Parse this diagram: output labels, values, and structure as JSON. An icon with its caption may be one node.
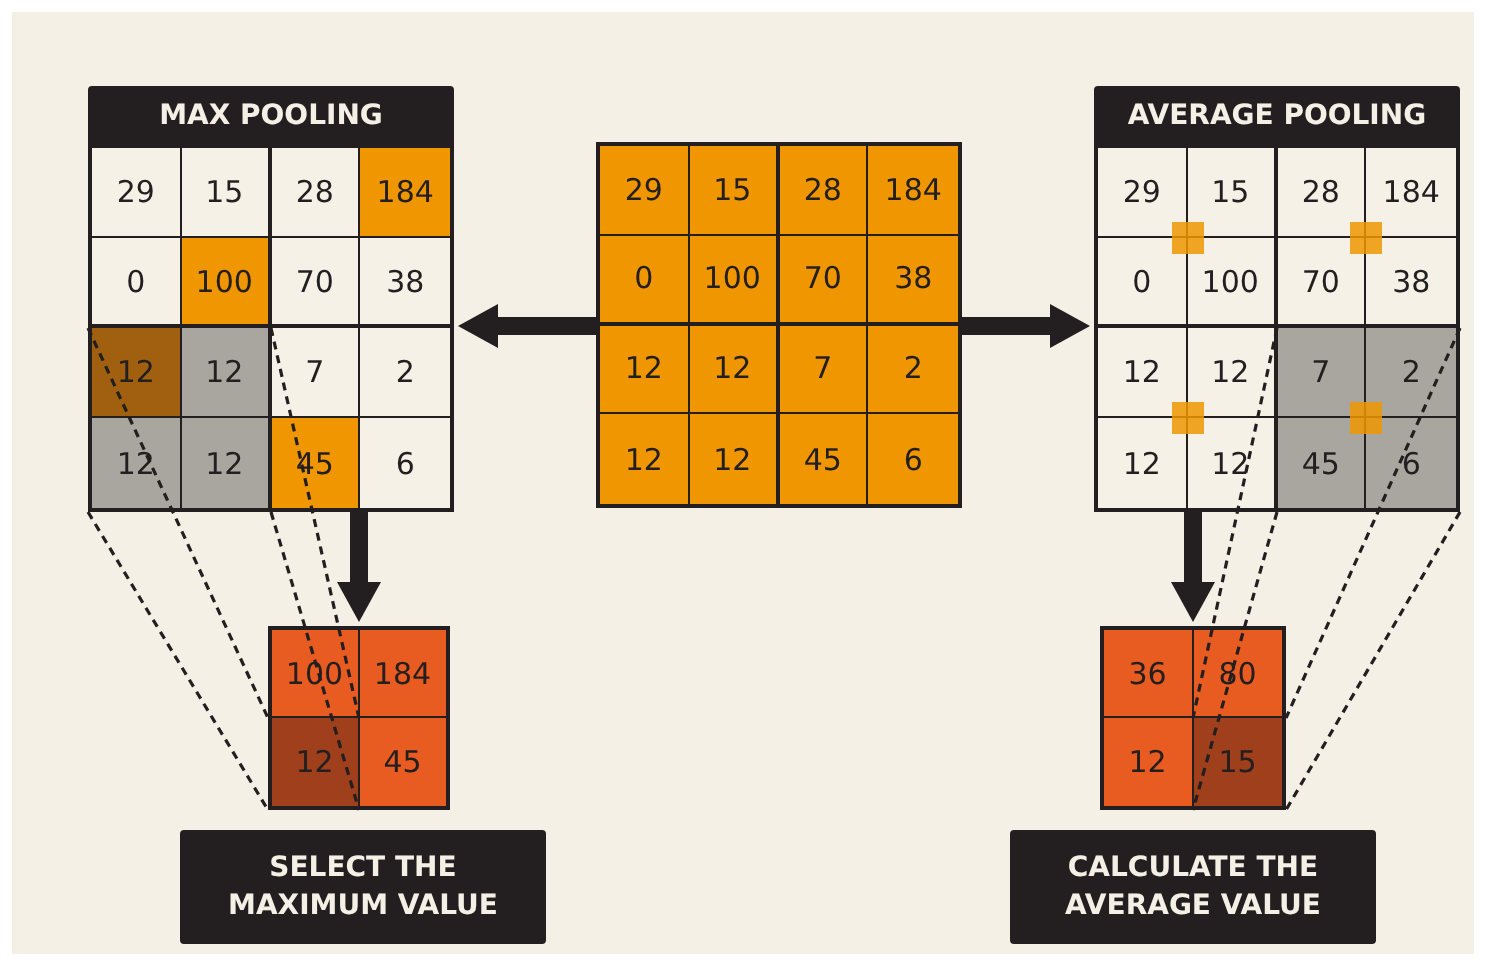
{
  "diagram": {
    "nodes": [
      {
        "text": [
          "MAX POOLING"
        ]
      },
      {
        "text": [
          "29",
          "15",
          "28",
          "184",
          "0",
          "100",
          "70",
          "38",
          "12",
          "12",
          "7",
          "2",
          "12",
          "12",
          "45",
          "6"
        ]
      },
      {
        "text": [
          "29",
          "15",
          "28",
          "184",
          "0",
          "100",
          "70",
          "38",
          "12",
          "12",
          "7",
          "2",
          "12",
          "12",
          "45",
          "6"
        ]
      },
      {
        "text": [
          "AVERAGE POOLING"
        ]
      },
      {
        "text": [
          "29",
          "15",
          "28",
          "184",
          "0",
          "100",
          "70",
          "38",
          "12",
          "12",
          "7",
          "2",
          "12",
          "12",
          "45",
          "6"
        ]
      },
      {
        "text": [
          "100",
          "184",
          "12",
          "45"
        ]
      },
      {
        "text": [
          "SELECT THE MAXIMUM VALUE"
        ]
      },
      {
        "text": [
          "36",
          "80",
          "12",
          "15"
        ]
      },
      {
        "text": [
          "CALCULATE THE AVERAGE VALUE"
        ]
      }
    ],
    "edges": [
      {
        "from": 2,
        "to": 1,
        "arrow": "to",
        "style": "thick"
      },
      {
        "from": 2,
        "to": 4,
        "arrow": "to",
        "style": "thick"
      },
      {
        "from": 1,
        "to": 5,
        "arrow": "to",
        "style": "thick"
      },
      {
        "from": 4,
        "to": 7,
        "arrow": "to",
        "style": "thick"
      },
      {
        "from": 1,
        "to": 5,
        "arrow": "none",
        "style": "dashed"
      },
      {
        "from": 1,
        "to": 5,
        "arrow": "none",
        "style": "dashed"
      },
      {
        "from": 1,
        "to": 5,
        "arrow": "none",
        "style": "dashed"
      },
      {
        "from": 1,
        "to": 5,
        "arrow": "none",
        "style": "dashed"
      },
      {
        "from": 4,
        "to": 7,
        "arrow": "none",
        "style": "dashed"
      },
      {
        "from": 4,
        "to": 7,
        "arrow": "none",
        "style": "dashed"
      },
      {
        "from": 4,
        "to": 7,
        "arrow": "none",
        "style": "dashed"
      },
      {
        "from": 4,
        "to": 7,
        "arrow": "none",
        "style": "dashed"
      }
    ]
  }
}
